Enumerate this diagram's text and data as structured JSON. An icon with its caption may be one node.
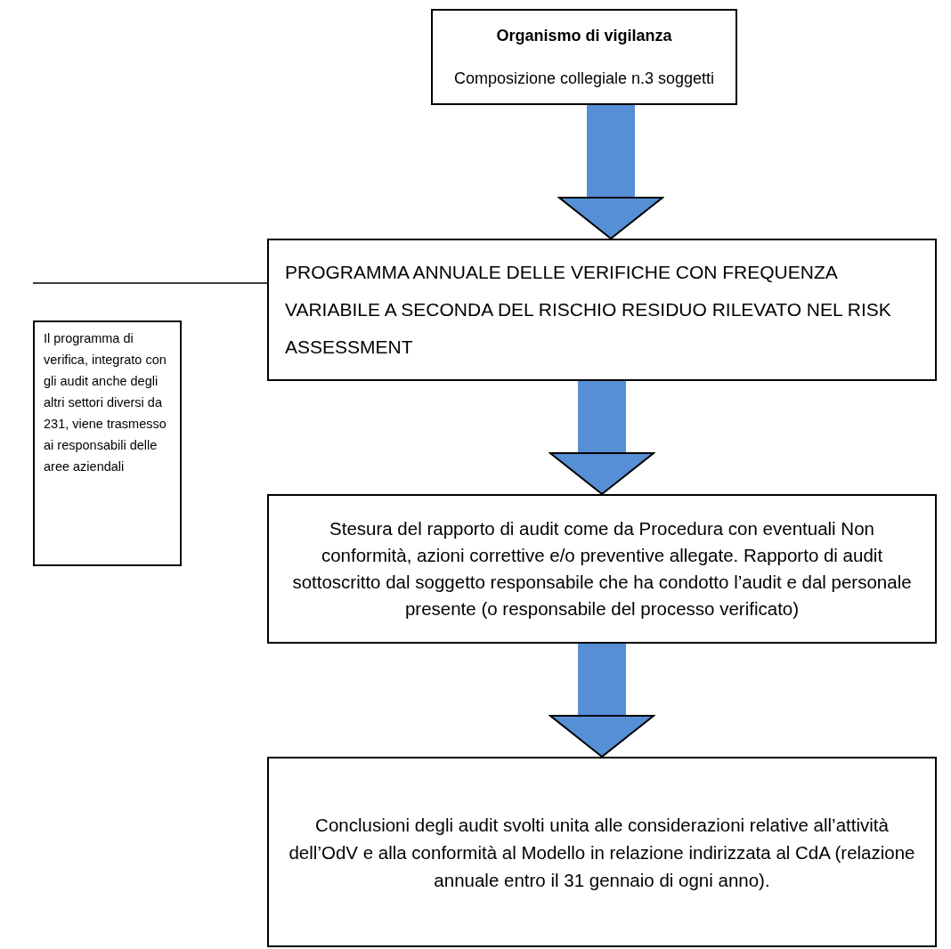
{
  "diagram": {
    "nodes": [
      {
        "text": [
          "Organismo di vigilanza",
          "Composizione collegiale n.3 soggetti"
        ]
      },
      {
        "text": [
          "PROGRAMMA ANNUALE DELLE VERIFICHE CON FREQUENZA VARIABILE A SECONDA DEL RISCHIO RESIDUO RILEVATO NEL RISK ASSESSMENT"
        ]
      },
      {
        "text": [
          "Il programma di verifica, integrato con gli audit anche degli altri settori diversi da 231, viene trasmesso ai responsabili delle aree aziendali"
        ]
      },
      {
        "text": [
          "Stesura del rapporto di audit come da Procedura con eventuali Non conformità, azioni correttive e/o preventive allegate. Rapporto di audit sottoscritto dal soggetto responsabile che ha condotto l’audit e dal personale presente (o responsabile del processo verificato)"
        ]
      },
      {
        "text": [
          "Conclusioni degli audit svolti unita alle considerazioni relative all’attività dell’OdV e alla conformità al Modello in relazione indirizzata al CdA (relazione annuale entro il 31 gennaio di ogni anno)."
        ]
      }
    ],
    "edges": [
      {
        "from": 0,
        "to": 1,
        "arrow": "to"
      },
      {
        "from": 1,
        "to": null,
        "arrow": "none",
        "color": "#000000"
      },
      {
        "from": 1,
        "to": 3,
        "arrow": "to"
      },
      {
        "from": 3,
        "to": 4,
        "arrow": "to"
      }
    ]
  }
}
